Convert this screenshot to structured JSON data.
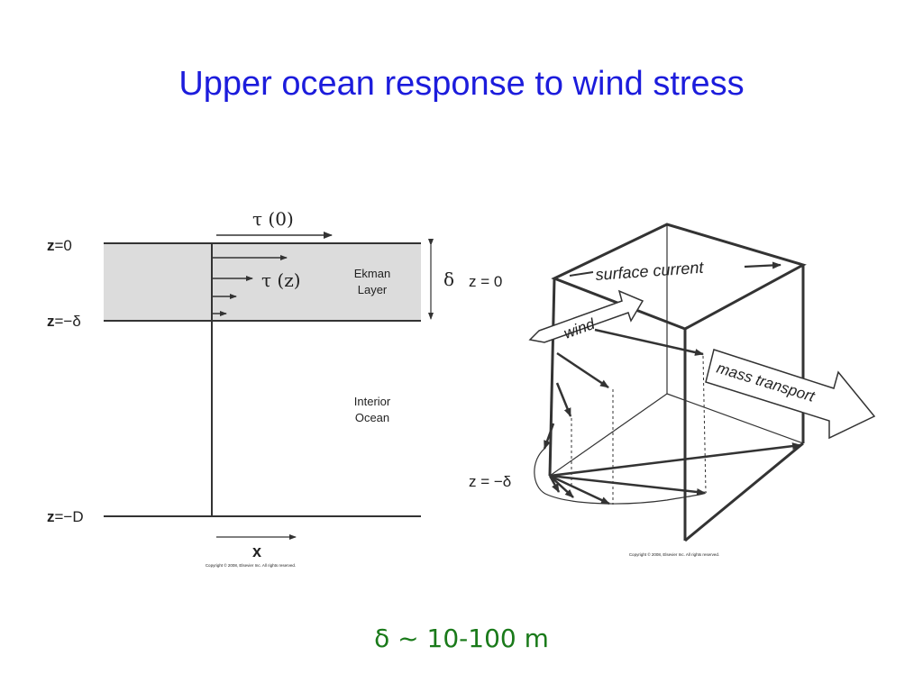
{
  "title": "Upper ocean response to wind stress",
  "caption": "δ ~ 10-100 m",
  "left_diagram": {
    "z0_prefix": "z",
    "z0_suffix": "=0",
    "zd_prefix": "z",
    "zd_suffix": "=−δ",
    "zD_prefix": "z",
    "zD_suffix": "=−D",
    "tau0": "τ (0)",
    "tauz": "τ (z)",
    "delta": "δ",
    "ekman_line1": "Ekman",
    "ekman_line2": "Layer",
    "interior_line1": "Interior",
    "interior_line2": "Ocean",
    "x_label": "x",
    "copyright": "Copyright © 2008, Elsevier Inc. All rights reserved."
  },
  "right_diagram": {
    "surface_current": "surface current",
    "wind": "wind",
    "mass_transport": "mass transport",
    "z0": "z = 0",
    "zd": "z = −δ",
    "copyright": "Copyright © 2008, Elsevier Inc. All rights reserved."
  },
  "colors": {
    "title": "#1c1cdc",
    "caption": "#1a7a1a",
    "ekman_fill": "#dcdcdc",
    "lines": "#333333"
  }
}
